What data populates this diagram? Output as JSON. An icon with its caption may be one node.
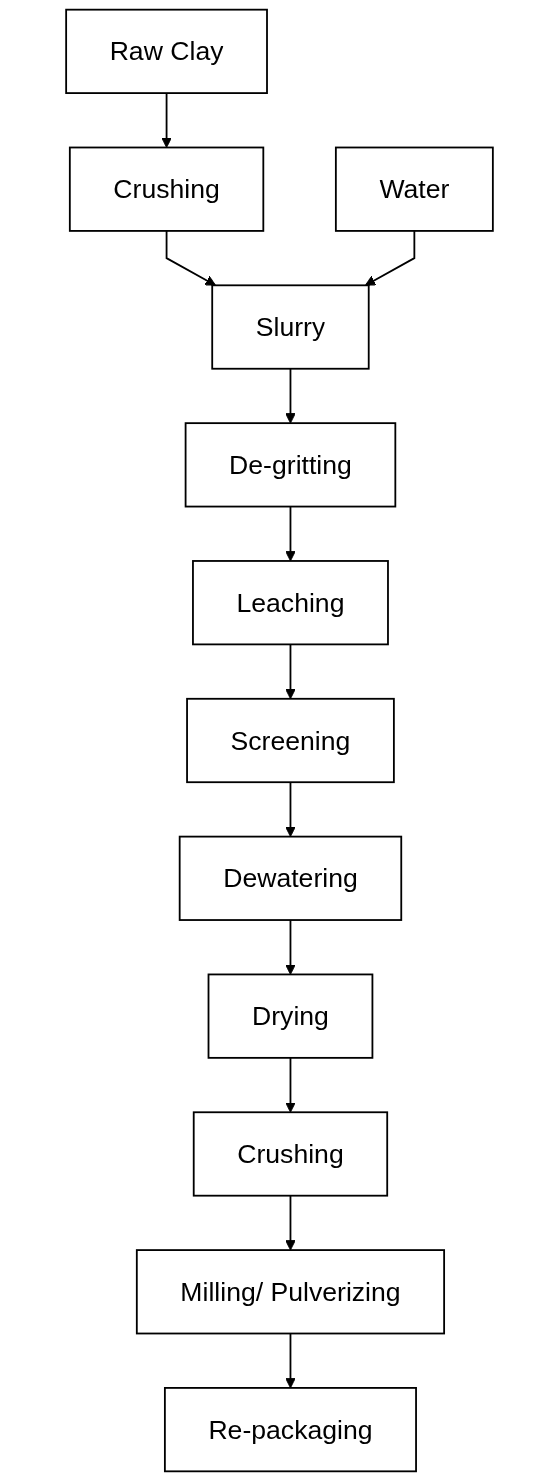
{
  "diagram": {
    "nodes": [
      {
        "text": [
          "Raw Clay"
        ]
      },
      {
        "text": [
          "Crushing"
        ]
      },
      {
        "text": [
          "Slurry"
        ]
      },
      {
        "text": [
          "Water"
        ]
      },
      {
        "text": [
          "De-gritting"
        ]
      },
      {
        "text": [
          "Leaching"
        ]
      },
      {
        "text": [
          "Screening"
        ]
      },
      {
        "text": [
          "Dewatering"
        ]
      },
      {
        "text": [
          "Drying"
        ]
      },
      {
        "text": [
          "Crushing"
        ]
      },
      {
        "text": [
          "Milling/ Pulverizing"
        ]
      },
      {
        "text": [
          "Re-packaging"
        ]
      }
    ],
    "edges": [
      {
        "from": 0,
        "to": 1,
        "arrow": "to"
      },
      {
        "from": 1,
        "to": 2,
        "arrow": "to"
      },
      {
        "from": 3,
        "to": 2,
        "arrow": "to"
      },
      {
        "from": 2,
        "to": 4,
        "arrow": "to"
      },
      {
        "from": 4,
        "to": 5,
        "arrow": "to"
      },
      {
        "from": 5,
        "to": 6,
        "arrow": "to"
      },
      {
        "from": 6,
        "to": 7,
        "arrow": "to"
      },
      {
        "from": 7,
        "to": 8,
        "arrow": "to"
      },
      {
        "from": 8,
        "to": 9,
        "arrow": "to"
      },
      {
        "from": 9,
        "to": 10,
        "arrow": "to"
      },
      {
        "from": 10,
        "to": 11,
        "arrow": "to"
      }
    ]
  }
}
